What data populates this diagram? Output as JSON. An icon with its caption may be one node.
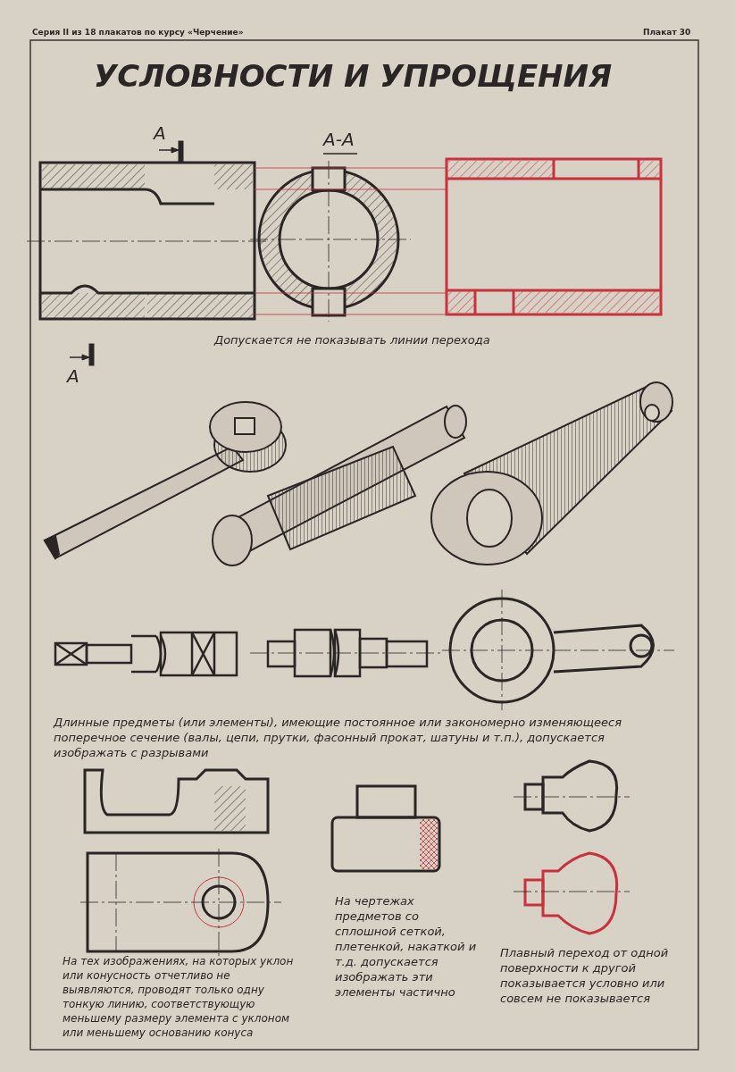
{
  "diagram": {
    "title": "УСЛОВНОСТИ И УПРОЩЕНИЯ",
    "labels": [
      "Серия II из 18 плакатов по курсу «Черчение»",
      "Плакат 30",
      "А",
      "А-А",
      "А",
      "Допускается не показывать линии перехода",
      "Длинные предметы (или элементы), имеющие постоянное или закономерно изменяющееся поперечное сечение (валы, цепи, прутки, фасонный прокат, шатуны и т.п.), допускается изображать с разрывами",
      "На тех изображениях, на которых уклон или конусность отчетливо не выявляются, проводят только одну тонкую линию, соответствующую меньшему размеру элемента с уклоном или меньшему основанию конуса",
      "На чертежах предметов со сплошной сеткой, плетенкой, накаткой и т.д. допускается изображать эти элементы частично",
      "Плавный переход от одной поверхности к другой показывается условно или совсем не показывается"
    ]
  }
}
